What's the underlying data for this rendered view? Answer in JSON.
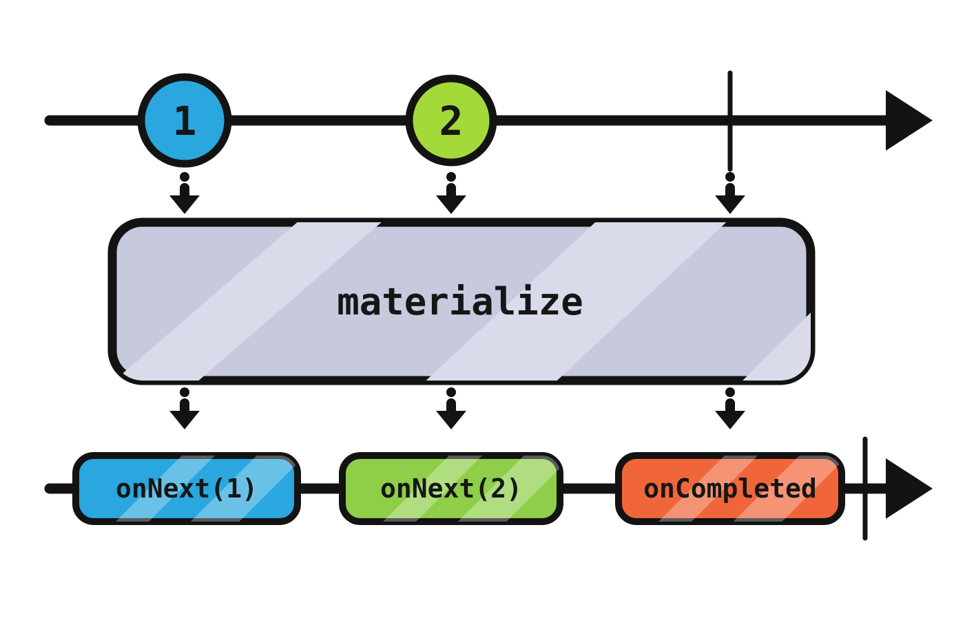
{
  "diagram": {
    "operator": {
      "label": "materialize",
      "fill": "#C7C9DC"
    },
    "source_timeline": {
      "marble_1": {
        "label": "1",
        "fill": "#2AA7DF"
      },
      "marble_2": {
        "label": "2",
        "fill": "#A3D939"
      },
      "completed": true
    },
    "output_timeline": {
      "notification_1": {
        "label": "onNext(1)",
        "fill": "#2AA7DF"
      },
      "notification_2": {
        "label": "onNext(2)",
        "fill": "#8ECE49"
      },
      "notification_3": {
        "label": "onCompleted",
        "fill": "#F0663A"
      },
      "completed": true
    }
  }
}
